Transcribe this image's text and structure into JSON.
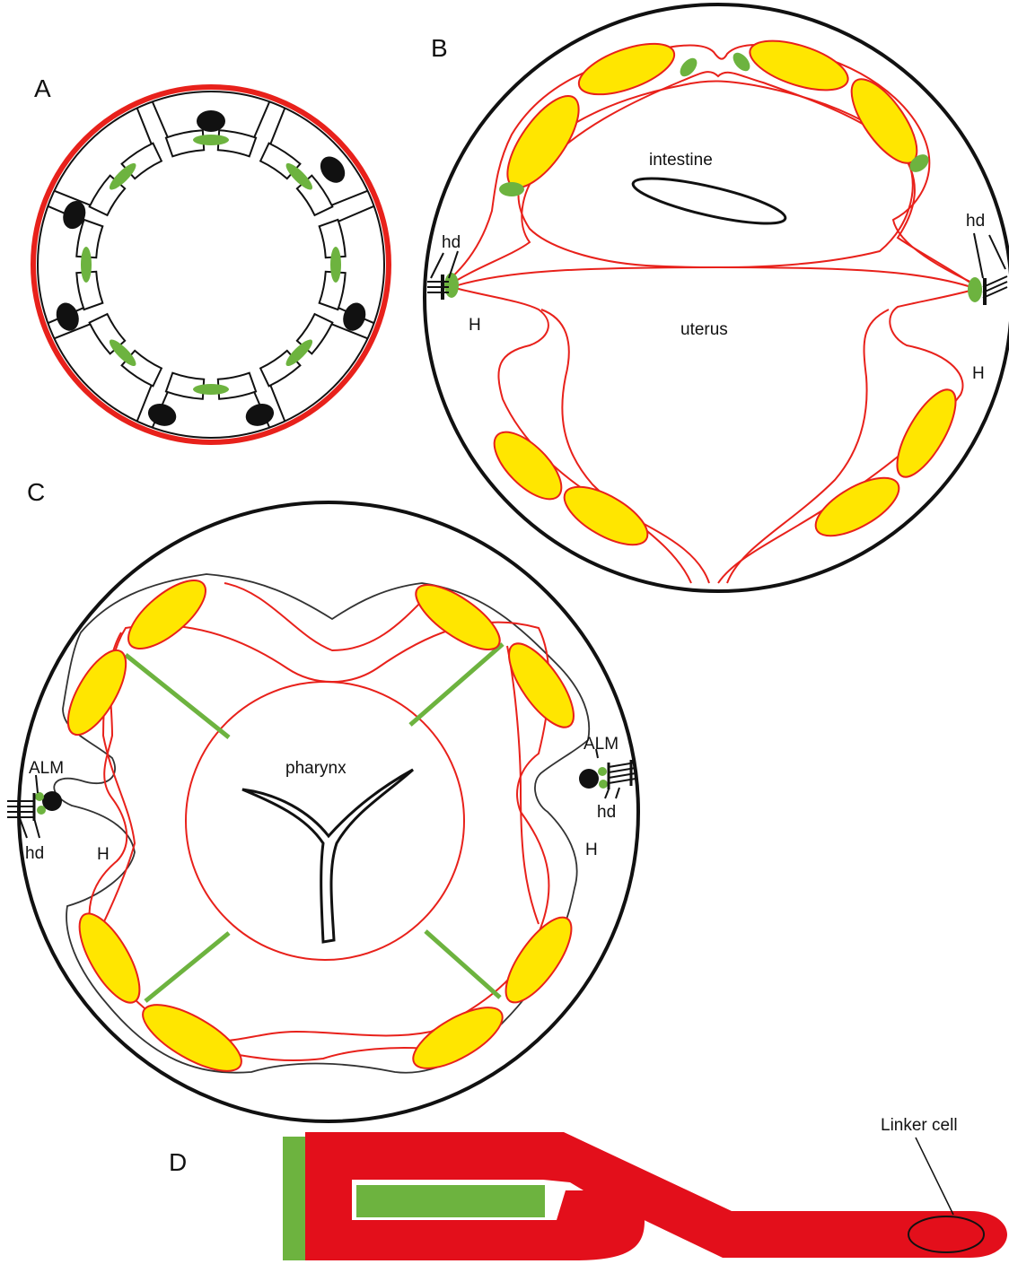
{
  "colors": {
    "outline": "#111111",
    "membrane": "#e8211b",
    "muscle_fill": "#ffe600",
    "hemidesmosome": "#6db33f",
    "nucleus": "#111111",
    "gonad": "#e30f1b"
  },
  "panels": {
    "a": {
      "label": "A"
    },
    "b": {
      "label": "B",
      "intestine": "intestine",
      "uterus": "uterus",
      "hd_left": "hd",
      "hd_right": "hd",
      "h_left": "H",
      "h_right": "H"
    },
    "c": {
      "label": "C",
      "pharynx": "pharynx",
      "alm_left": "ALM",
      "alm_right": "ALM",
      "hd_left": "hd",
      "hd_right": "hd",
      "h_left": "H",
      "h_right": "H"
    },
    "d": {
      "label": "D",
      "linker_cell": "Linker cell"
    }
  }
}
